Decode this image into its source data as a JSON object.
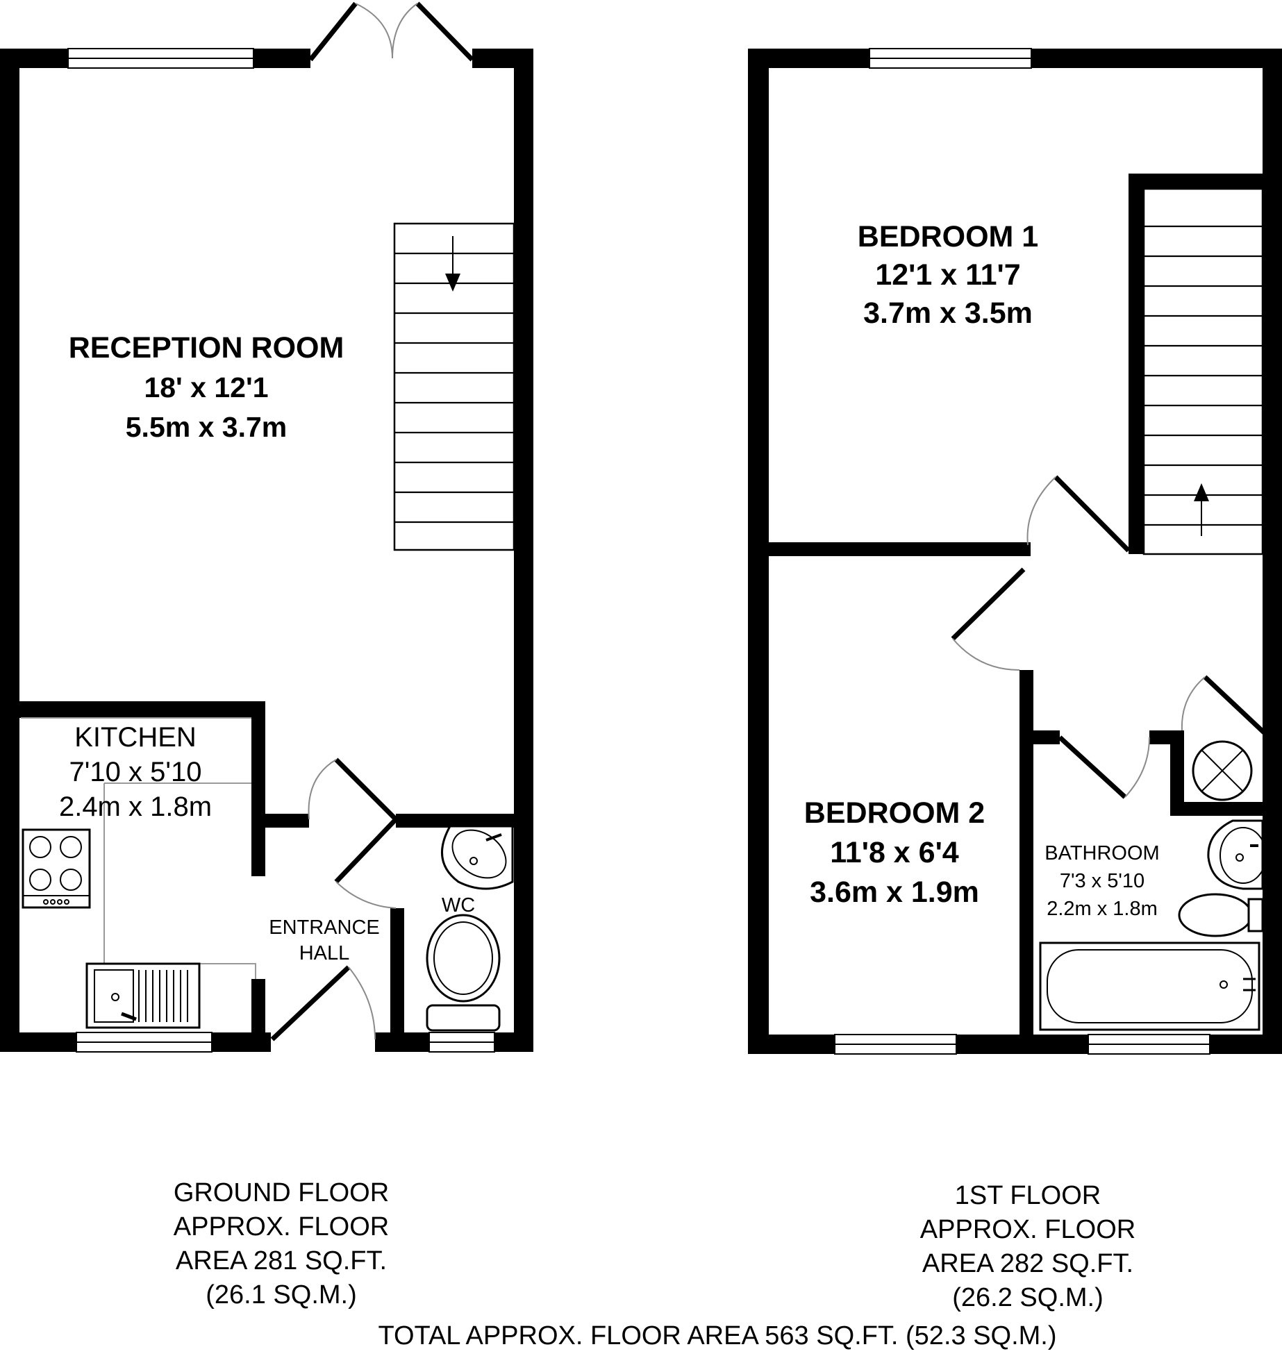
{
  "ground_floor": {
    "rooms": {
      "reception": {
        "name": "RECEPTION ROOM",
        "imperial": "18' x 12'1",
        "metric": "5.5m x 3.7m"
      },
      "kitchen": {
        "name": "KITCHEN",
        "imperial": "7'10 x 5'10",
        "metric": "2.4m x 1.8m"
      },
      "entrance_hall": {
        "line1": "ENTRANCE",
        "line2": "HALL"
      },
      "wc": {
        "name": "WC"
      }
    },
    "caption": {
      "line1": "GROUND FLOOR",
      "line2": "APPROX. FLOOR",
      "line3": "AREA 281 SQ.FT.",
      "line4": "(26.1 SQ.M.)"
    }
  },
  "first_floor": {
    "rooms": {
      "bedroom1": {
        "name": "BEDROOM 1",
        "imperial": "12'1 x 11'7",
        "metric": "3.7m x 3.5m"
      },
      "bedroom2": {
        "name": "BEDROOM 2",
        "imperial": "11'8 x 6'4",
        "metric": "3.6m x 1.9m"
      },
      "bathroom": {
        "name": "BATHROOM",
        "imperial": "7'3 x 5'10",
        "metric": "2.2m x 1.8m"
      }
    },
    "caption": {
      "line1": "1ST FLOOR",
      "line2": "APPROX. FLOOR",
      "line3": "AREA 282 SQ.FT.",
      "line4": "(26.2 SQ.M.)"
    }
  },
  "total": "TOTAL APPROX. FLOOR AREA 563 SQ.FT. (52.3 SQ.M.)"
}
